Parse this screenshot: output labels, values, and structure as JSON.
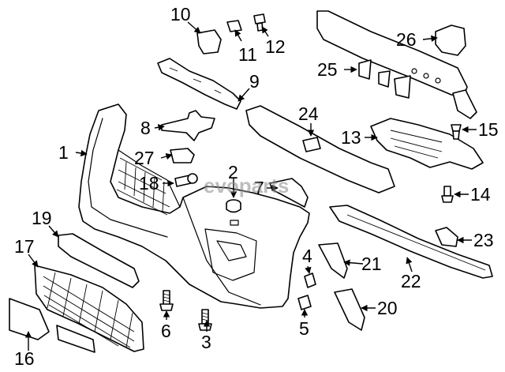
{
  "watermark": {
    "text": "evoparts"
  },
  "callouts": {
    "c1": "1",
    "c2": "2",
    "c3": "3",
    "c4": "4",
    "c5": "5",
    "c6": "6",
    "c7": "7",
    "c8": "8",
    "c9": "9",
    "c10": "10",
    "c11": "11",
    "c12": "12",
    "c13": "13",
    "c14": "14",
    "c15": "15",
    "c16": "16",
    "c17": "17",
    "c18": "18",
    "c19": "19",
    "c20": "20",
    "c21": "21",
    "c22": "22",
    "c23": "23",
    "c24": "24",
    "c25": "25",
    "c26": "26",
    "c27": "27"
  }
}
